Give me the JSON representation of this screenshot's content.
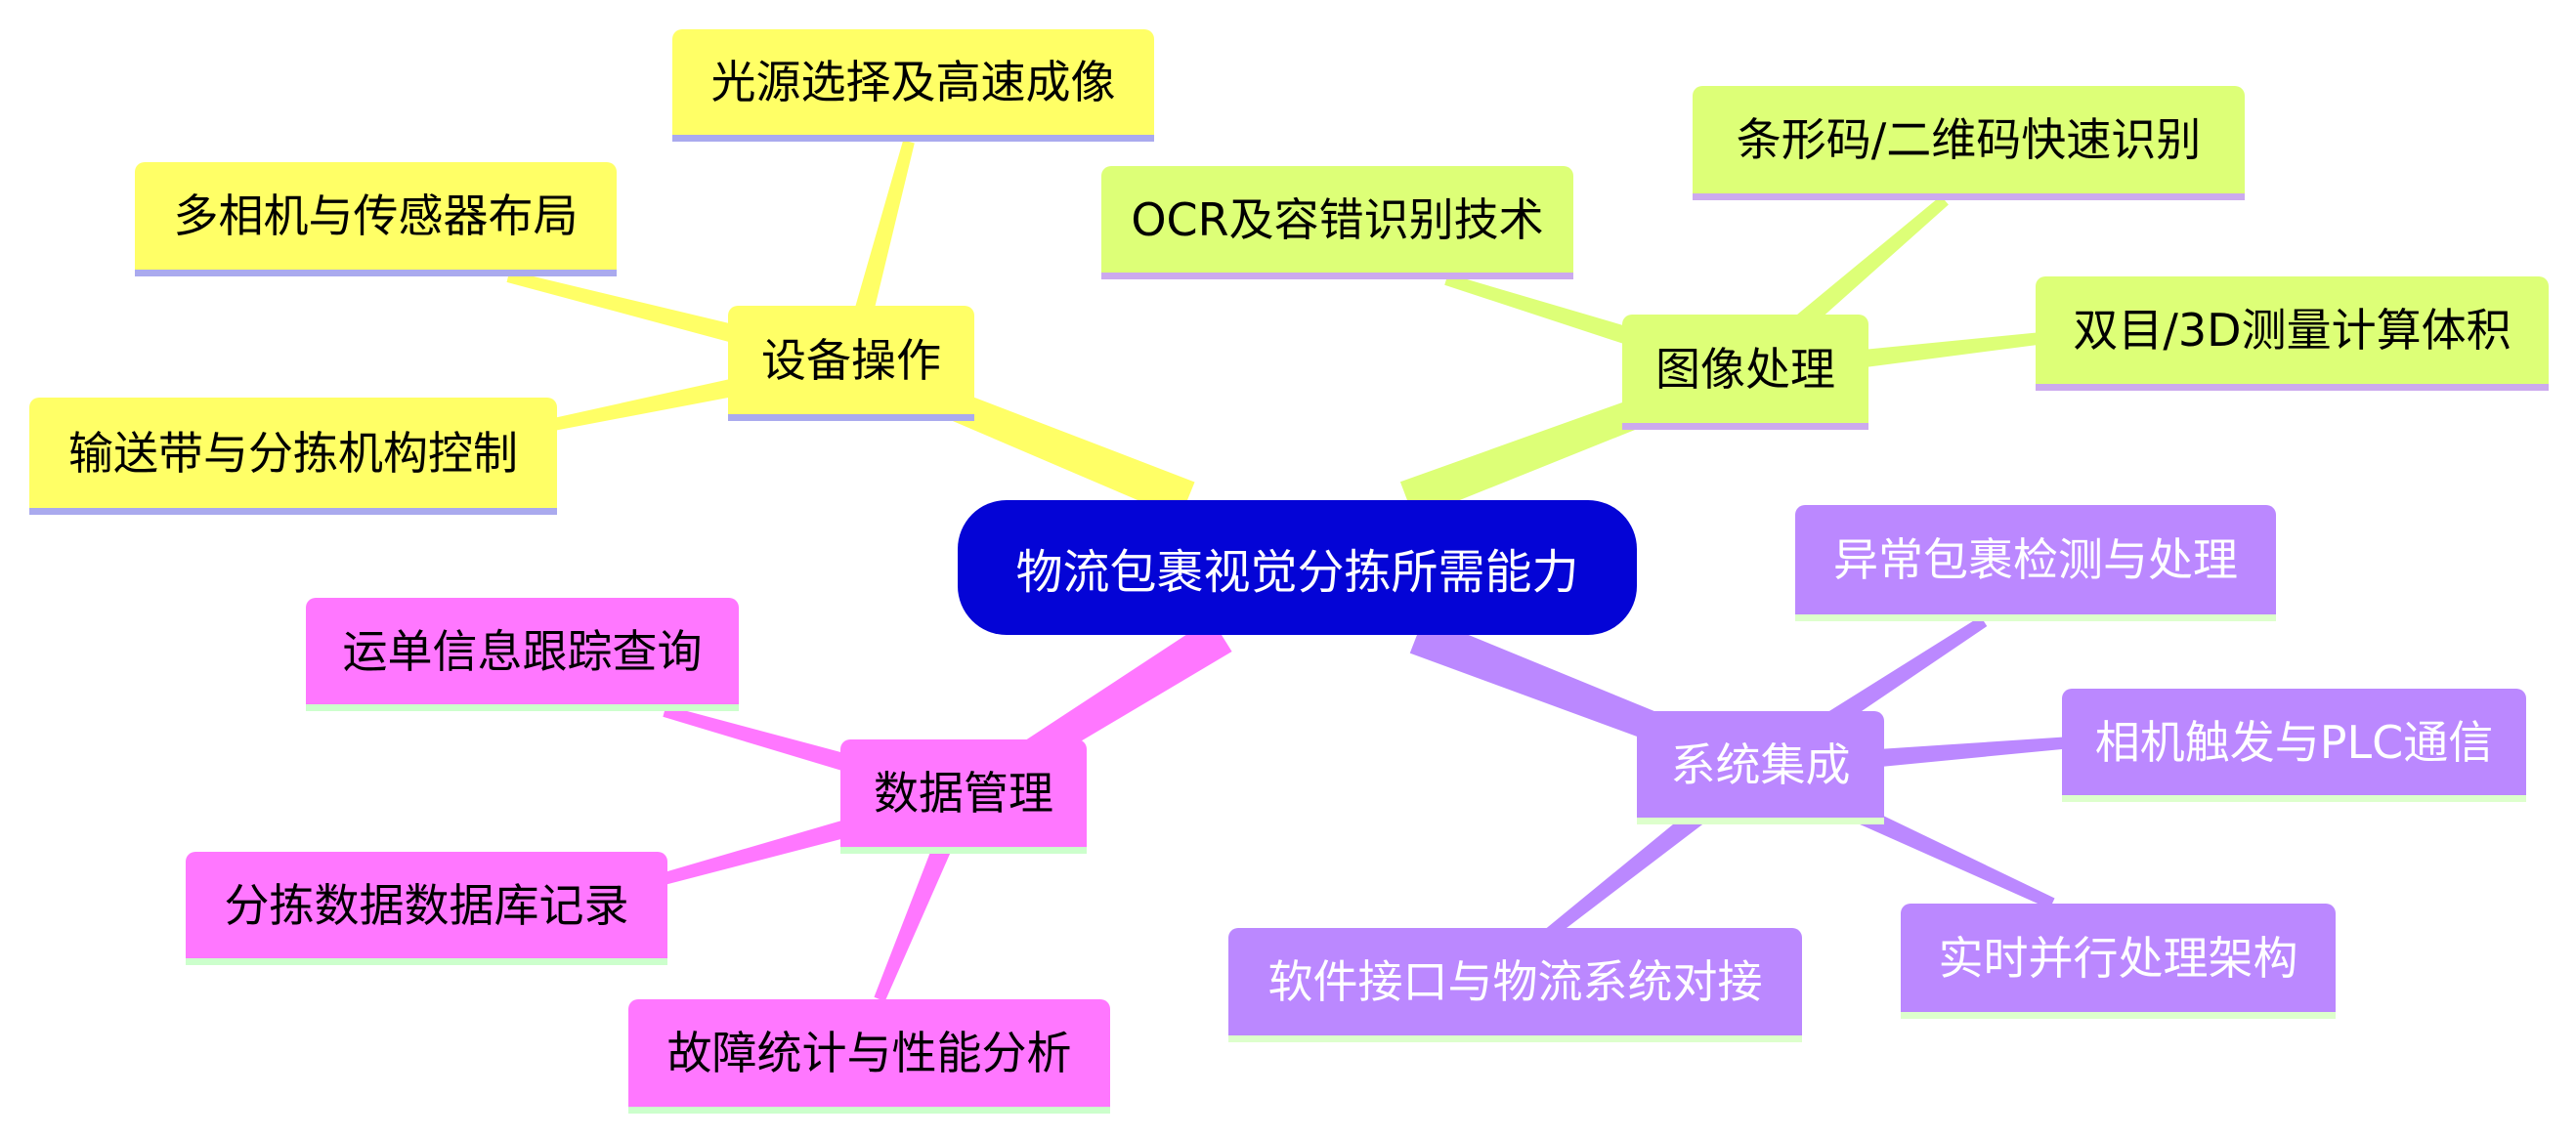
{
  "root": {
    "label": "物流包裹视觉分拣所需能力",
    "color": "#0404d6"
  },
  "branches": [
    {
      "label": "设备操作",
      "color": "#ffff66",
      "children": [
        "光源选择及高速成像",
        "多相机与传感器布局",
        "输送带与分拣机构控制"
      ]
    },
    {
      "label": "图像处理",
      "color": "#ddff77",
      "children": [
        "OCR及容错识别技术",
        "条形码/二维码快速识别",
        "双目/3D测量计算体积"
      ]
    },
    {
      "label": "数据管理",
      "color": "#ff77ff",
      "children": [
        "运单信息跟踪查询",
        "分拣数据数据库记录",
        "故障统计与性能分析"
      ]
    },
    {
      "label": "系统集成",
      "color": "#bb88ff",
      "children": [
        "异常包裹检测与处理",
        "相机触发与PLC通信",
        "实时并行处理架构",
        "软件接口与物流系统对接"
      ]
    }
  ]
}
